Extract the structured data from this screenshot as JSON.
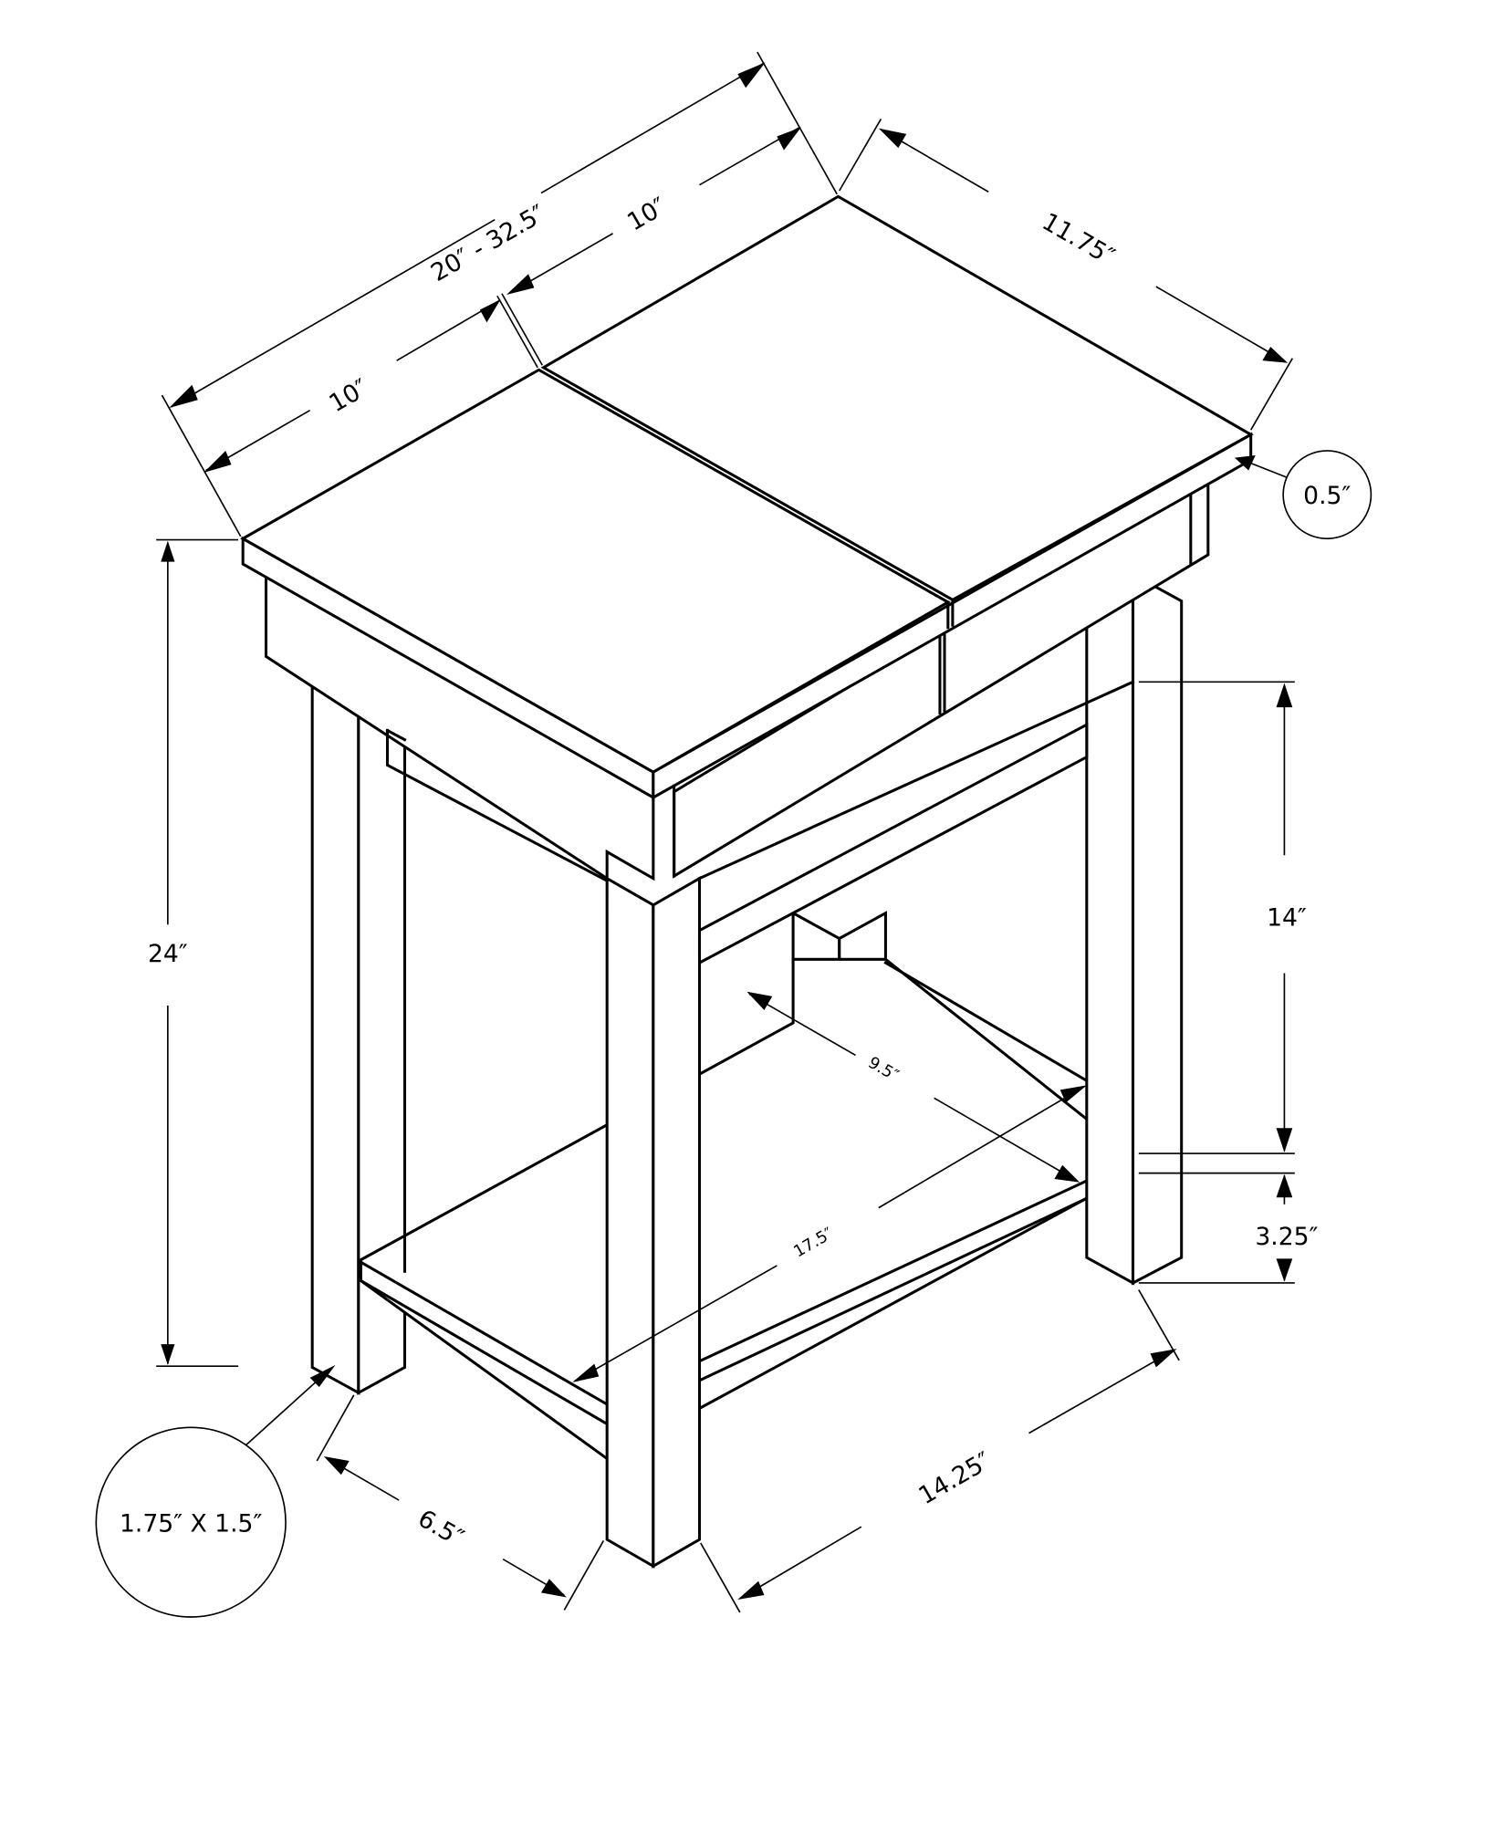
{
  "diagram": {
    "subject": "Side table with split flip-top, lower shelf",
    "stroke_color": "#000000",
    "background_color": "#ffffff",
    "dimensions": {
      "overall_length_range": "20″ - 32.5″",
      "top_left_panel": "10″",
      "top_right_panel": "10″",
      "depth": "11.75″",
      "top_thickness": "0.5″",
      "overall_height": "24″",
      "shelf_clearance": "14″",
      "shelf_height_from_floor": "3.25″",
      "shelf_depth": "9.5″",
      "shelf_length": "17.5″",
      "leg_size": "1.75″ X 1.5″",
      "base_depth": "6.5″",
      "base_length": "14.25″"
    }
  }
}
